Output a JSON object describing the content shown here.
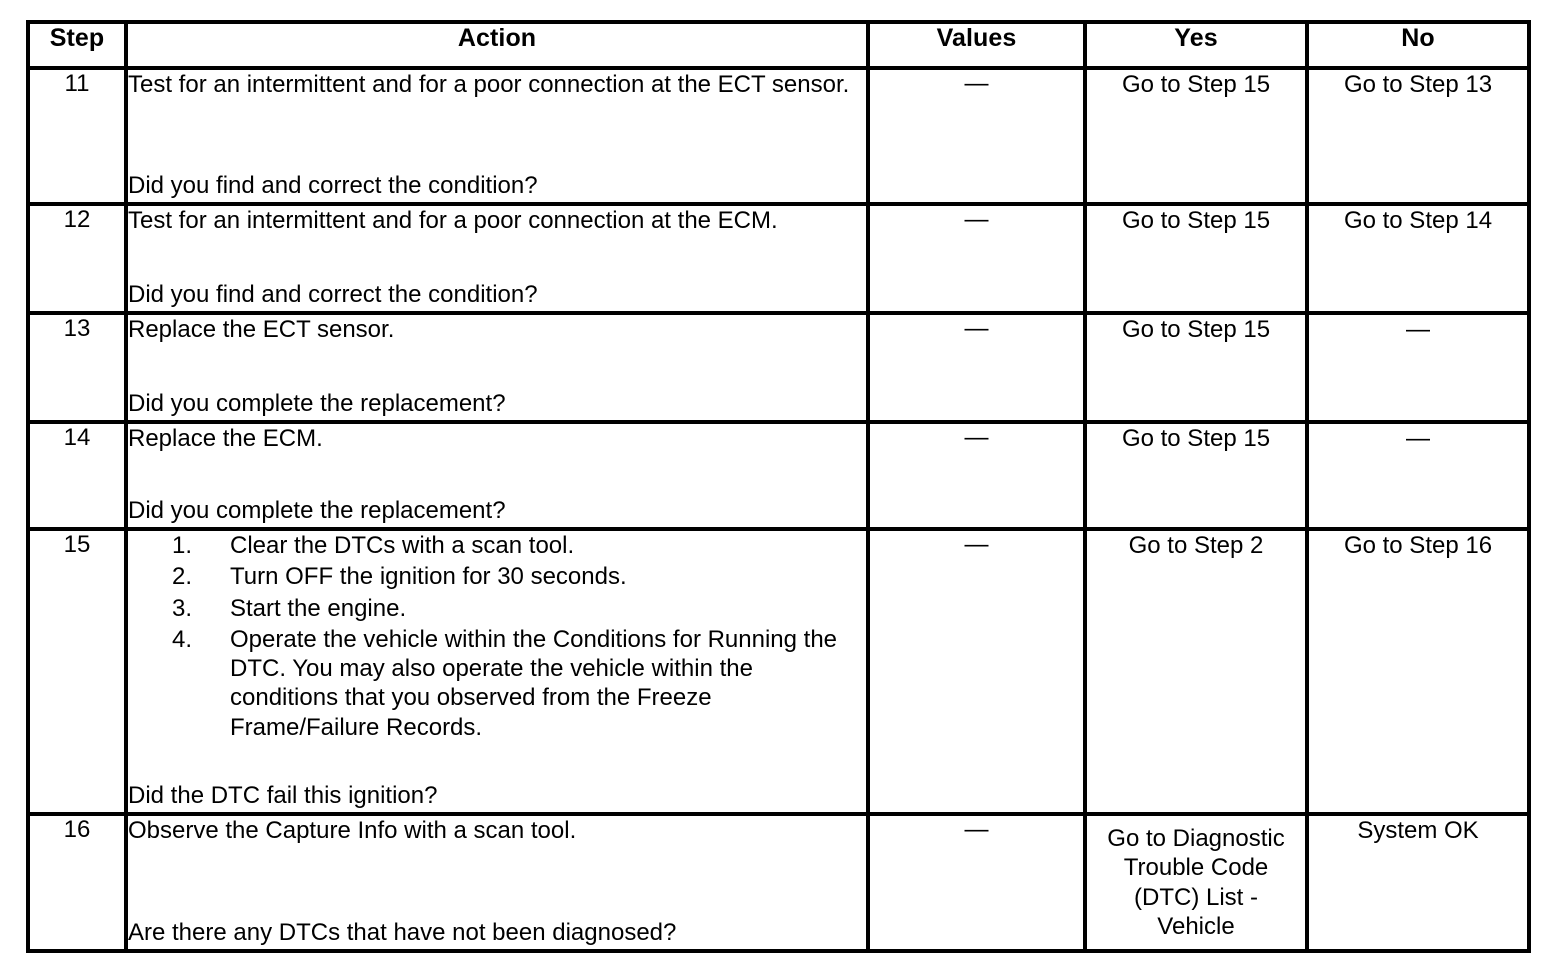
{
  "document": {
    "type": "diagnostic-procedure-table",
    "title": "Diagnostic Step Table"
  },
  "table": {
    "headers": {
      "step": "Step",
      "action": "Action",
      "values": "Values",
      "yes": "Yes",
      "no": "No"
    },
    "rows": [
      {
        "step": "11",
        "action_lead": "Test for an intermittent and for a poor connection at the ECT sensor.",
        "action_list": [],
        "action_question": "Did you find and correct the condition?",
        "values": "—",
        "yes": "Go to Step 15",
        "yes_lines": [
          "Go to Step 15"
        ],
        "no": "Go to Step 13",
        "no_lines": [
          "Go to Step 13"
        ],
        "yes_align": "bottom",
        "no_align": "bottom"
      },
      {
        "step": "12",
        "action_lead": "Test for an intermittent and for a poor connection at the ECM.",
        "action_list": [],
        "action_question": "Did you find and correct the condition?",
        "values": "—",
        "yes": "Go to Step 15",
        "yes_lines": [
          "Go to Step 15"
        ],
        "no": "Go to Step 14",
        "no_lines": [
          "Go to Step 14"
        ],
        "yes_align": "bottom",
        "no_align": "bottom"
      },
      {
        "step": "13",
        "action_lead": "Replace the ECT sensor.",
        "action_list": [],
        "action_question": "Did you complete the replacement?",
        "values": "—",
        "yes": "Go to Step 15",
        "yes_lines": [
          "Go to Step 15"
        ],
        "no": "—",
        "no_lines": [
          "—"
        ],
        "yes_align": "bottom",
        "no_align": "bottom"
      },
      {
        "step": "14",
        "action_lead": "Replace the ECM.",
        "action_list": [],
        "action_question": "Did you complete the replacement?",
        "values": "—",
        "yes": "Go to Step 15",
        "yes_lines": [
          "Go to Step 15"
        ],
        "no": "—",
        "no_lines": [
          "—"
        ],
        "yes_align": "bottom",
        "no_align": "bottom"
      },
      {
        "step": "15",
        "action_lead": "",
        "action_list": [
          "Clear the DTCs with a scan tool.",
          "Turn OFF the ignition for 30 seconds.",
          "Start the engine.",
          "Operate the vehicle within the Conditions for Running the DTC. You may also operate the vehicle within the conditions that you observed from the Freeze Frame/Failure Records."
        ],
        "action_question": "Did the DTC fail this ignition?",
        "values": "—",
        "yes": "Go to Step 2",
        "yes_lines": [
          "Go to Step 2"
        ],
        "no": "Go to Step 16",
        "no_lines": [
          "Go to Step 16"
        ],
        "yes_align": "bottom",
        "no_align": "bottom"
      },
      {
        "step": "16",
        "action_lead": "Observe the Capture Info with a scan tool.",
        "action_list": [],
        "action_question": "Are there any DTCs that have not been diagnosed?",
        "values": "—",
        "yes": "Go to Diagnostic Trouble Code (DTC) List - Vehicle",
        "yes_lines": [
          "Go to Diagnostic",
          "Trouble Code",
          "(DTC) List -",
          "Vehicle"
        ],
        "no": "System OK",
        "no_lines": [
          "System OK"
        ],
        "yes_align": "top",
        "no_align": "bottom"
      }
    ]
  },
  "colors": {
    "page_background": "#ffffff",
    "border": "#000000",
    "text": "#000000"
  }
}
